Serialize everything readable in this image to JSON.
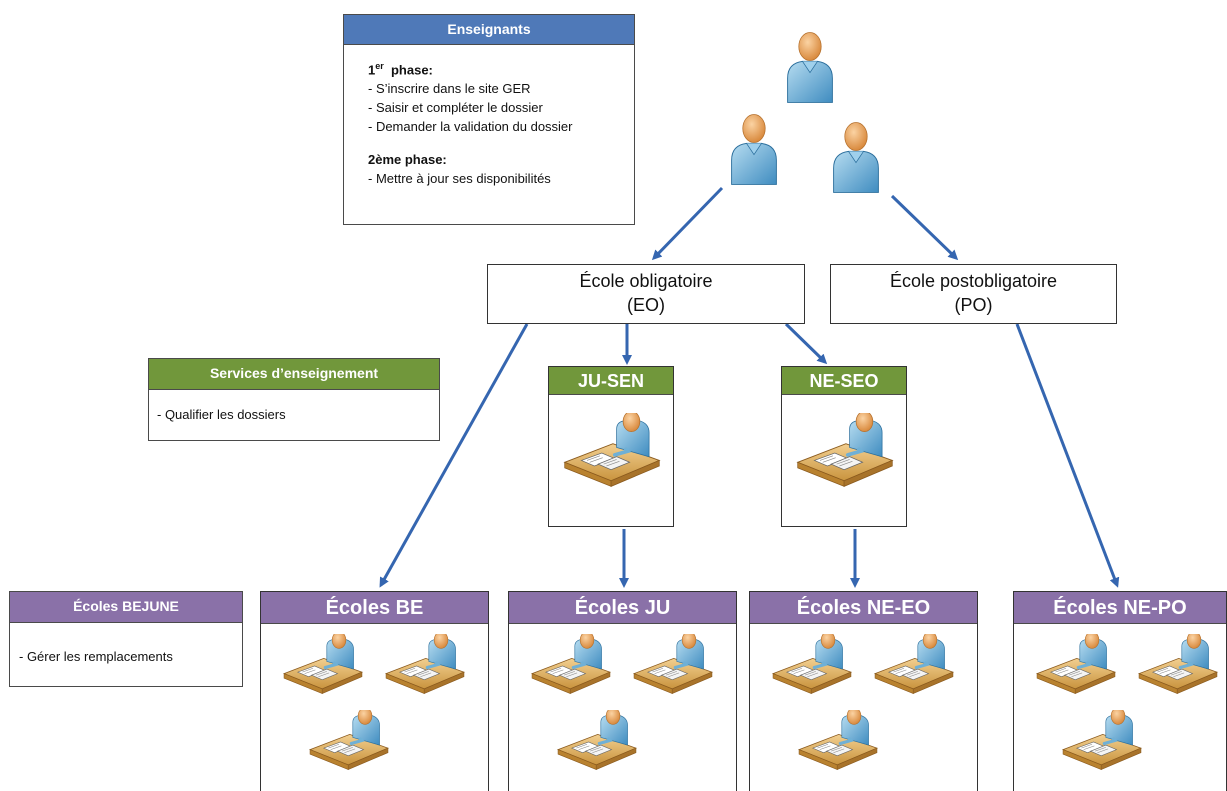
{
  "enseignants": {
    "title": "Enseignants",
    "phase1_number": "1",
    "phase1_sup": "er",
    "phase1_word": "phase:",
    "phase1_items": [
      "- S’inscrire dans le site GER",
      "- Saisir et compléter le dossier",
      "- Demander la validation du dossier"
    ],
    "phase2_title": "2ème phase:",
    "phase2_items": [
      "- Mettre à jour ses disponibilités"
    ]
  },
  "services": {
    "title": "Services d’enseignement",
    "text": "- Qualifier les dossiers"
  },
  "ecoles_bejune": {
    "title": "Écoles BEJUNE",
    "text": "- Gérer les remplacements"
  },
  "orgs": {
    "eo": {
      "line1": "École obligatoire",
      "line2": "(EO)"
    },
    "po": {
      "line1": "École postobligatoire",
      "line2": "(PO)"
    }
  },
  "services_units": [
    {
      "label": "JU-SEN"
    },
    {
      "label": "NE-SEO"
    }
  ],
  "schools": [
    {
      "label": "Écoles BE"
    },
    {
      "label": "Écoles JU"
    },
    {
      "label": "Écoles NE-EO"
    },
    {
      "label": "Écoles NE-PO"
    }
  ],
  "icons": {
    "person": "user-person-icon",
    "desk": "person-at-desk-icon"
  },
  "colors": {
    "blue_header": "#4f79b8",
    "green_header": "#71973b",
    "purple_header": "#8a71a8",
    "arrow": "#3566b0",
    "skin": "#e8a45f",
    "shirt": "#7ab8dc"
  }
}
